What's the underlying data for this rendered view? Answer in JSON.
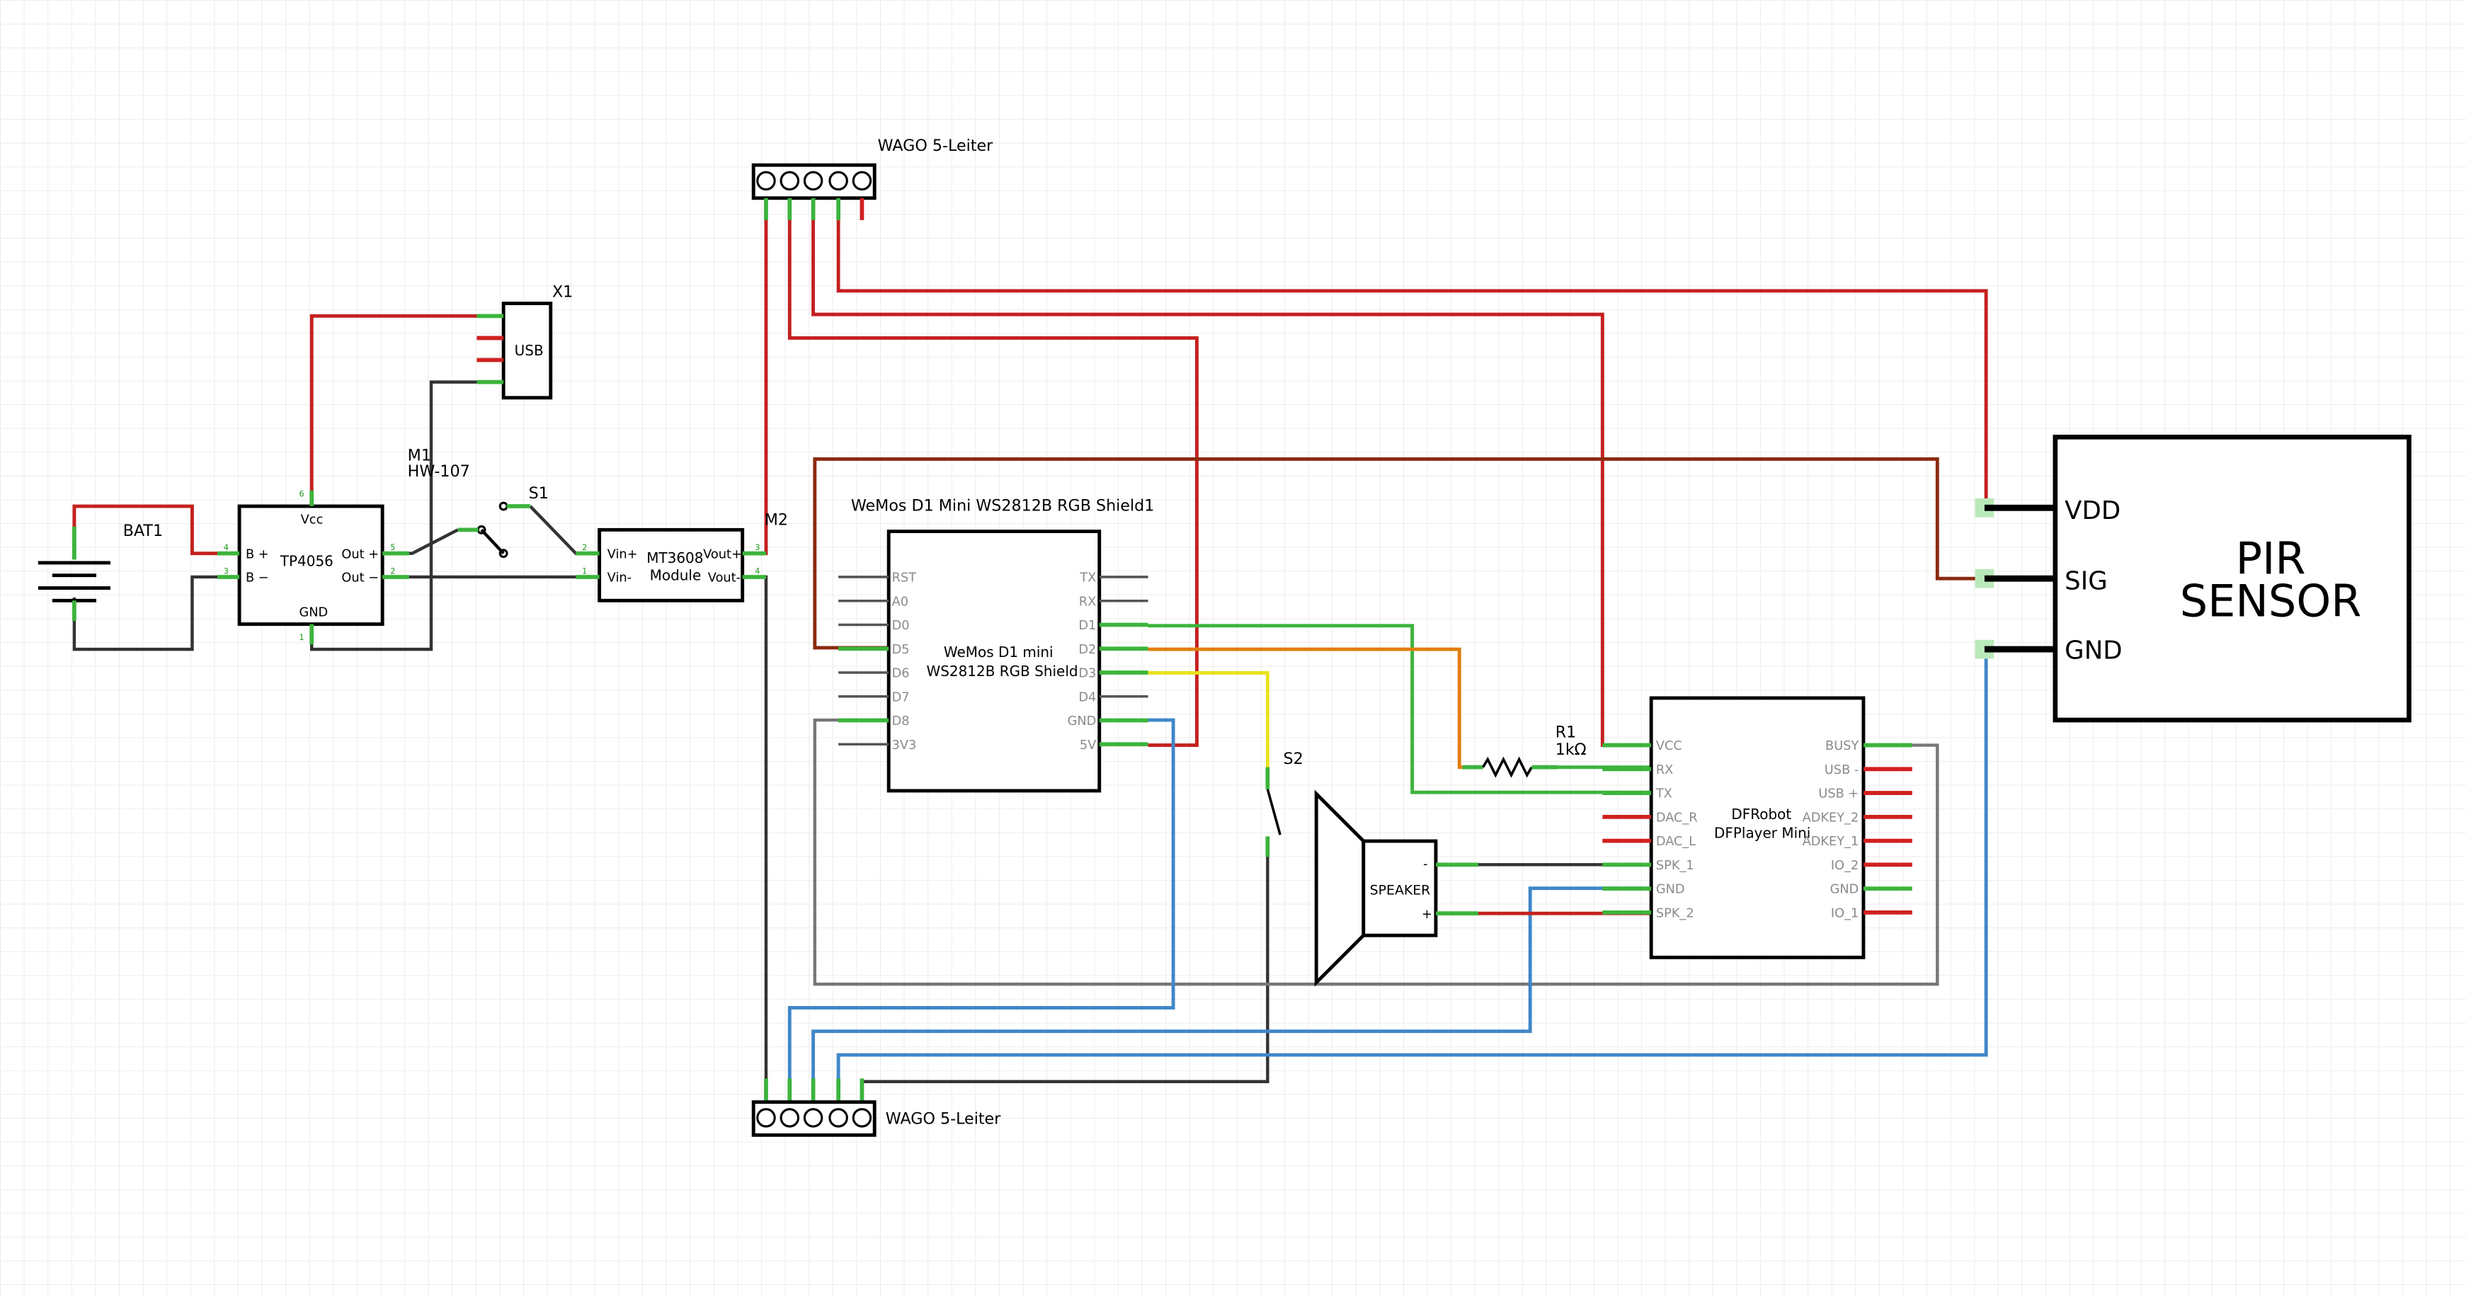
{
  "battery": {
    "label": "BAT1"
  },
  "charger": {
    "name": "TP4056",
    "vcc": "Vcc",
    "gnd": "GND",
    "b_plus": "B +",
    "b_minus": "B −",
    "out_plus": "Out +",
    "out_minus": "Out −"
  },
  "usb": {
    "ref": "X1",
    "name": "USB"
  },
  "boost_switch": {
    "ref_line1": "M1",
    "ref_line2": "HW-107"
  },
  "switch1": {
    "label": "S1"
  },
  "boost": {
    "ref": "M2",
    "line1": "MT3608",
    "line2": "Module",
    "vin_plus": "Vin+",
    "vin_minus": "Vin-",
    "vout_plus": "Vout+",
    "vout_minus": "Vout-"
  },
  "wago_top": {
    "label": "WAGO 5-Leiter"
  },
  "wago_bottom": {
    "label": "WAGO 5-Leiter"
  },
  "wemos": {
    "title": "WeMos D1 Mini WS2812B RGB Shield1",
    "body_line1": "WeMos D1 mini",
    "body_line2": "WS2812B RGB Shield",
    "left_pins": [
      "RST",
      "A0",
      "D0",
      "D5",
      "D6",
      "D7",
      "D8",
      "3V3"
    ],
    "right_pins": [
      "TX",
      "RX",
      "D1",
      "D2",
      "D3",
      "D4",
      "GND",
      "5V"
    ]
  },
  "resistor": {
    "ref": "R1",
    "value": "1kΩ"
  },
  "switch2": {
    "label": "S2"
  },
  "speaker": {
    "label": "SPEAKER",
    "minus": "-",
    "plus": "+"
  },
  "dfplayer": {
    "line1": "DFRobot",
    "line2": "DFPlayer Mini",
    "left_pins": [
      "VCC",
      "RX",
      "TX",
      "DAC_R",
      "DAC_L",
      "SPK_1",
      "GND",
      "SPK_2"
    ],
    "right_pins": [
      "BUSY",
      "USB -",
      "USB +",
      "ADKEY_2",
      "ADKEY_1",
      "IO_2",
      "GND",
      "IO_1"
    ]
  },
  "pir": {
    "line1": "PIR",
    "line2": "SENSOR",
    "vdd": "VDD",
    "sig": "SIG",
    "gnd": "GND"
  },
  "colors": {
    "red": "#c4201f",
    "brown": "#8b2a10",
    "green": "#3cb43c",
    "orange": "#e07d10",
    "yellow": "#e9e21c",
    "blue": "#3f87c8",
    "grey": "#777777"
  }
}
